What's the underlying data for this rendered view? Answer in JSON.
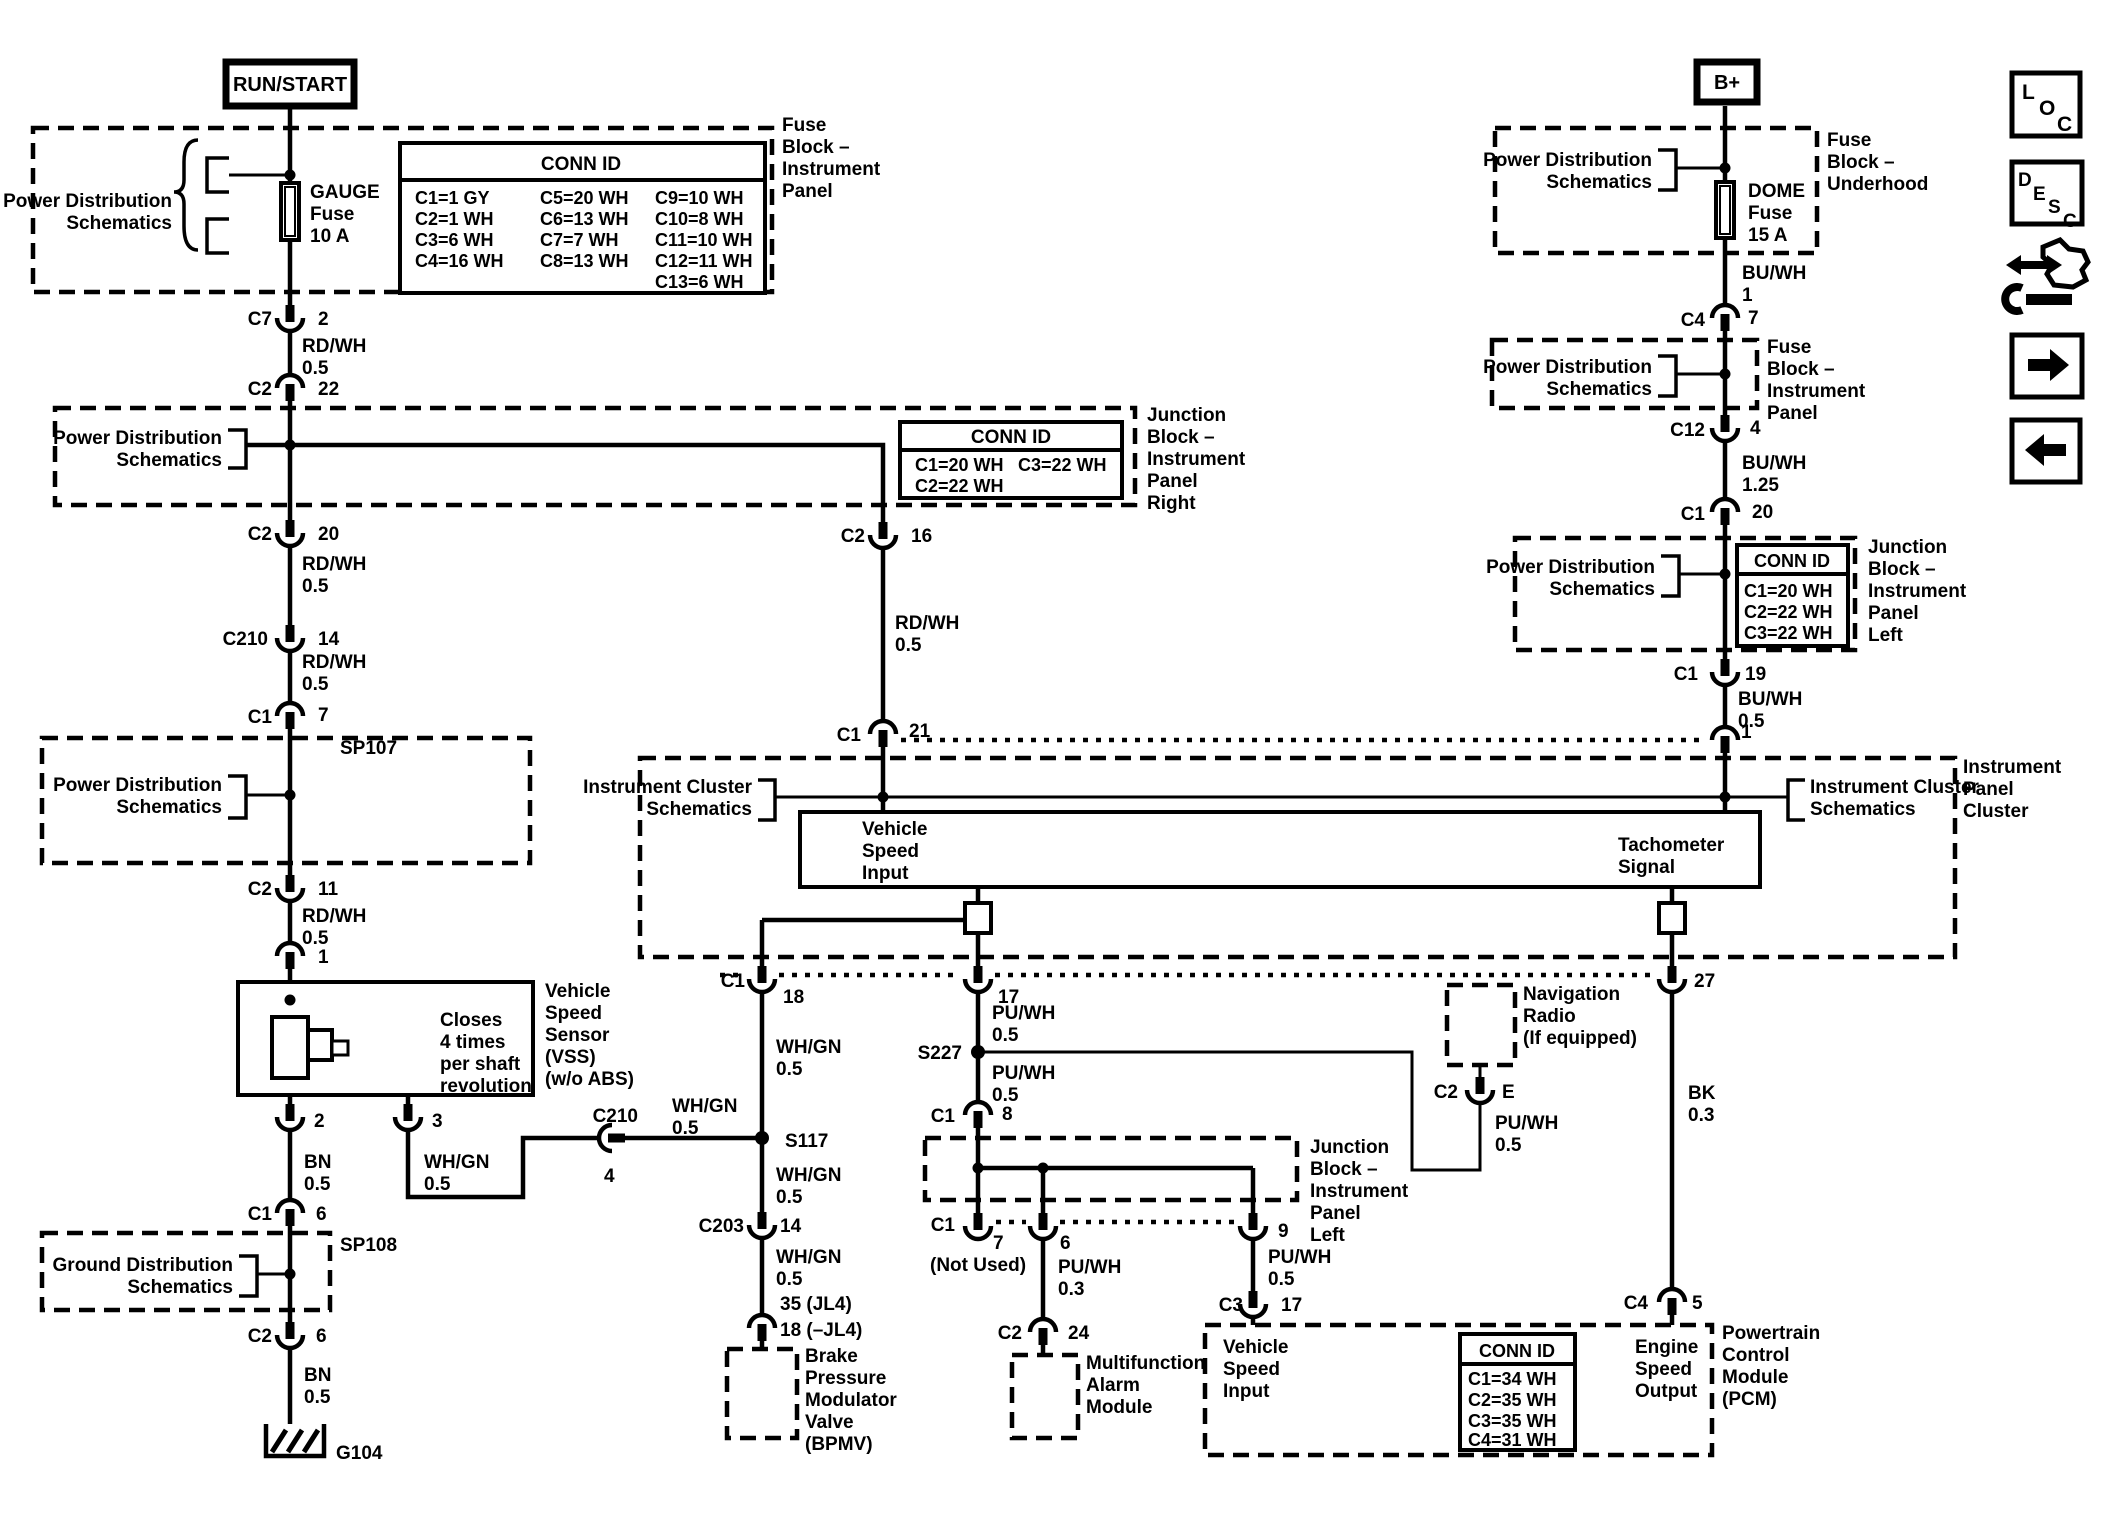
{
  "sources": {
    "run_start": "RUN/START",
    "battery": "B+"
  },
  "refs": {
    "power_dist": [
      "Power Distribution",
      "Schematics"
    ],
    "ground_dist": [
      "Ground Distribution",
      "Schematics"
    ],
    "inst_cluster": [
      "Instrument Cluster",
      "Schematics"
    ]
  },
  "splices": {
    "sp107": "SP107",
    "sp108": "SP108",
    "s117": "S117",
    "s227": "S227",
    "ground": "G104"
  },
  "fuses": {
    "gauge": [
      "GAUGE",
      "Fuse",
      "10 A"
    ],
    "dome": [
      "DOME",
      "Fuse",
      "15 A"
    ]
  },
  "blocks": {
    "fuse_block_ip": [
      "Fuse",
      "Block –",
      "Instrument",
      "Panel"
    ],
    "fuse_block_underhood": [
      "Fuse",
      "Block –",
      "Underhood"
    ],
    "jb_right": [
      "Junction",
      "Block –",
      "Instrument",
      "Panel",
      "Right"
    ],
    "jb_left": [
      "Junction",
      "Block –",
      "Instrument",
      "Panel",
      "Left"
    ],
    "cluster": [
      "Instrument",
      "Panel",
      "Cluster"
    ],
    "vss": [
      "Vehicle",
      "Speed",
      "Sensor",
      "(VSS)",
      "(w/o ABS)"
    ],
    "vss_note": [
      "Closes",
      "4 times",
      "per shaft",
      "revolution"
    ],
    "bpmv": [
      "Brake",
      "Pressure",
      "Modulator",
      "Valve",
      "(BPMV)"
    ],
    "nav": [
      "Navigation",
      "Radio",
      "(If equipped)"
    ],
    "mam": [
      "Multifunction",
      "Alarm",
      "Module"
    ],
    "pcm": [
      "Powertrain",
      "Control",
      "Module",
      "(PCM)"
    ],
    "vsi": [
      "Vehicle",
      "Speed",
      "Input"
    ],
    "tach": [
      "Tachometer",
      "Signal"
    ],
    "eso": [
      "Engine",
      "Speed",
      "Output"
    ],
    "not_used": "(Not Used)"
  },
  "conn": {
    "title": "CONN ID",
    "t1c1": [
      "C1=1 GY",
      "C2=1 WH",
      "C3=6 WH",
      "C4=16 WH"
    ],
    "t1c2": [
      "C5=20 WH",
      "C6=13 WH",
      "C7=7 WH",
      "C8=13 WH"
    ],
    "t1c3": [
      "C9=10 WH",
      "C10=8 WH",
      "C11=10 WH",
      "C12=11 WH",
      "C13=6 WH"
    ],
    "t2": [
      "C1=20 WH",
      "C2=22 WH",
      "C3=22 WH"
    ],
    "t3": [
      "C1=20 WH",
      "C2=22 WH",
      "C3=22 WH"
    ],
    "t4": [
      "C1=34 WH",
      "C2=35 WH",
      "C3=35 WH",
      "C4=31 WH"
    ]
  },
  "wires": {
    "rdwh": "RD/WH",
    "buwh": "BU/WH",
    "whgn": "WH/GN",
    "puwh": "PU/WH",
    "bn": "BN",
    "bk": "BK",
    "s05": "0.5",
    "s03": "0.3",
    "s125": "1.25",
    "s1": "1"
  },
  "pins": {
    "c1": "C1",
    "c2": "C2",
    "c3": "C3",
    "c4": "C4",
    "c7": "C7",
    "c12": "C12",
    "c203": "C203",
    "c210": "C210",
    "e": "E",
    "n1": "1",
    "n2": "2",
    "n3": "3",
    "n4": "4",
    "n5": "5",
    "n6": "6",
    "n7": "7",
    "n8": "8",
    "n9": "9",
    "n11": "11",
    "n14": "14",
    "n16": "16",
    "n17": "17",
    "n18": "18",
    "n19": "19",
    "n20": "20",
    "n21": "21",
    "n22": "22",
    "n24": "24",
    "n27": "27",
    "jl4": "35 (JL4)",
    "njl4": "18 (–JL4)"
  },
  "icons": {
    "loc": [
      "L",
      "O",
      "C"
    ],
    "desc": [
      "D",
      "E",
      "S",
      "C"
    ]
  }
}
